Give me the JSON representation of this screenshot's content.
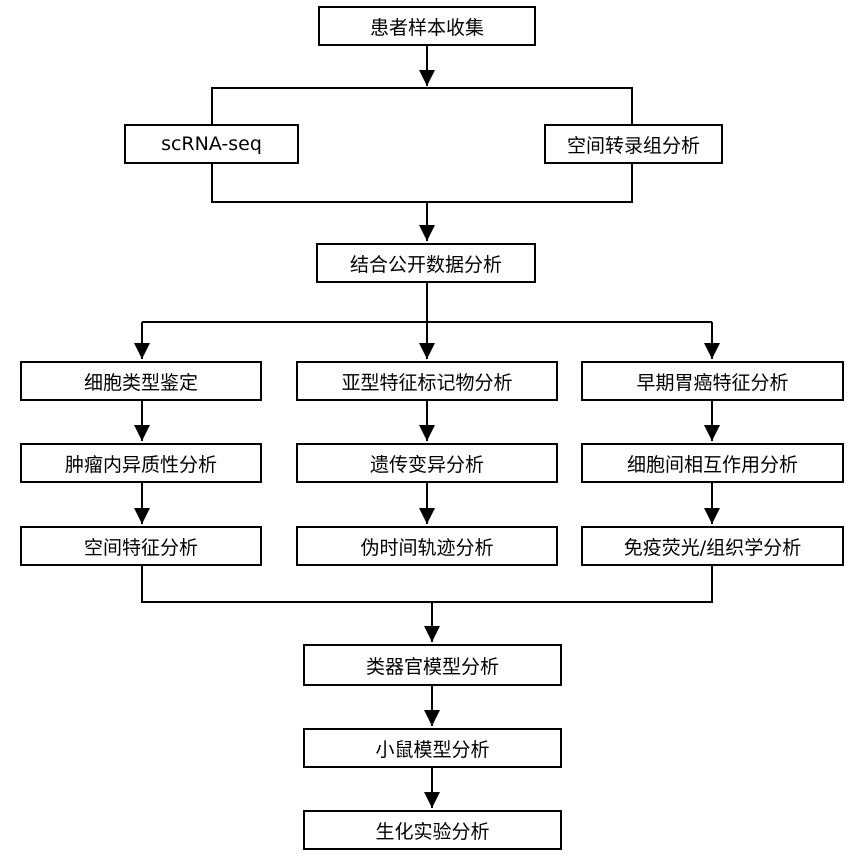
{
  "flowchart": {
    "collection": "患者样本收集",
    "sequencing": {
      "scrna": "scRNA-seq",
      "spatial": "空间转录组分析"
    },
    "integration": "结合公开数据分析",
    "columns": [
      {
        "steps": [
          "细胞类型鉴定",
          "肿瘤内异质性分析",
          "空间特征分析"
        ]
      },
      {
        "steps": [
          "亚型特征标记物分析",
          "遗传变异分析",
          "伪时间轨迹分析"
        ]
      },
      {
        "steps": [
          "早期胃癌特征分析",
          "细胞间相互作用分析",
          "免疫荧光/组织学分析"
        ]
      }
    ],
    "validation": [
      "类器官模型分析",
      "小鼠模型分析",
      "生化实验分析"
    ]
  }
}
